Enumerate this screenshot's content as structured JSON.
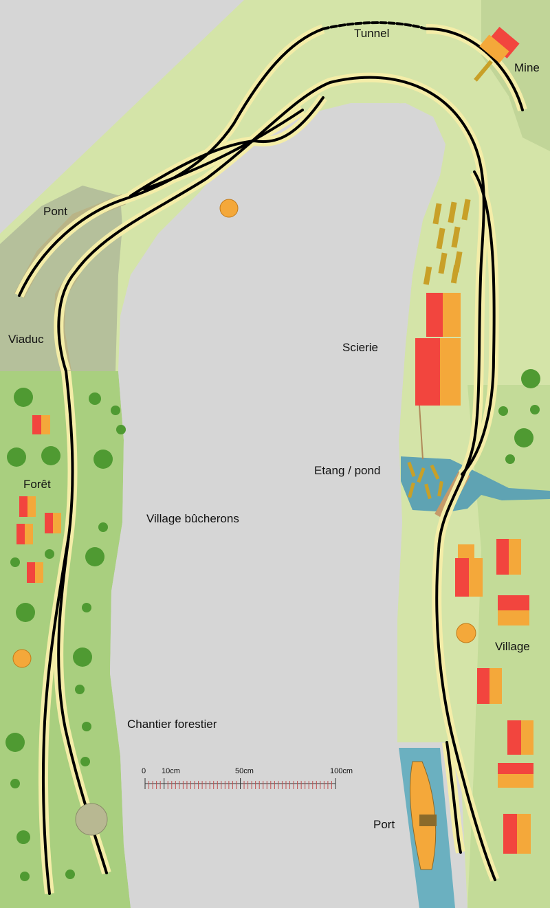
{
  "labels": {
    "tunnel": "Tunnel",
    "mine": "Mine",
    "pont": "Pont",
    "viaduc": "Viaduc",
    "scierie": "Scierie",
    "etang": "Etang / pond",
    "foret": "Forêt",
    "village_bucherons": "Village bûcherons",
    "village": "Village",
    "chantier": "Chantier forestier",
    "port": "Port"
  },
  "scale_bar": {
    "ticks": [
      "0",
      "10cm",
      "50cm",
      "100cm"
    ]
  },
  "colors": {
    "background": "#d6d6d6",
    "terrain": "#d4e4a8",
    "forest": "#a9cf7f",
    "track_bed": "#f4eda8",
    "rail": "#000000",
    "water": "#5fa3b3",
    "bridge": "#d9a98c",
    "roof_red": "#f2453e",
    "roof_orange": "#f4a83a",
    "tree": "#4f9a32"
  }
}
